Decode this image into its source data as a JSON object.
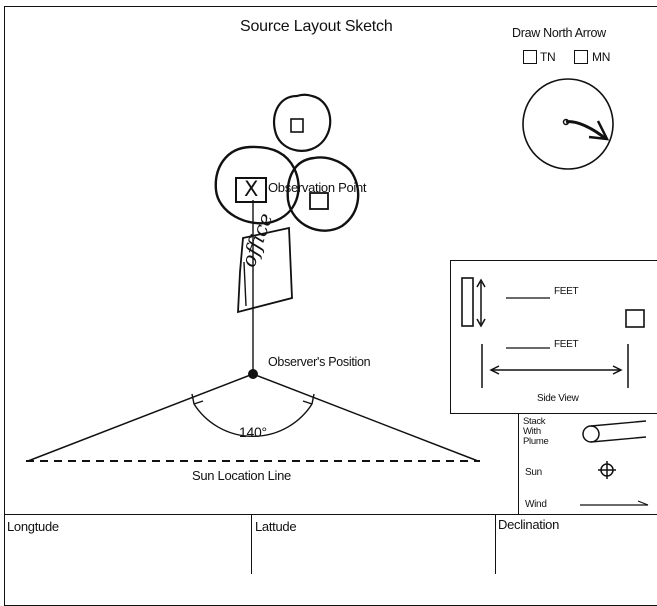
{
  "title": "Source Layout Sketch",
  "north_arrow": {
    "label": "Draw North Arrow",
    "options": [
      "TN",
      "MN"
    ]
  },
  "sketch": {
    "observation_point": "Observation Point",
    "handwritten_marker": "X",
    "handwritten_building": "office",
    "observer_position": "Observer's Position",
    "angle": "140°",
    "sun_location_line": "Sun Location Line"
  },
  "side_view": {
    "feet_label_1": "FEET",
    "feet_label_2": "FEET",
    "caption": "Side View"
  },
  "legend": {
    "stack": "Stack With Plume",
    "sun": "Sun",
    "wind": "Wind"
  },
  "fields": {
    "longitude": "Longtude",
    "latitude": "Lattude",
    "declination": "Declination"
  }
}
